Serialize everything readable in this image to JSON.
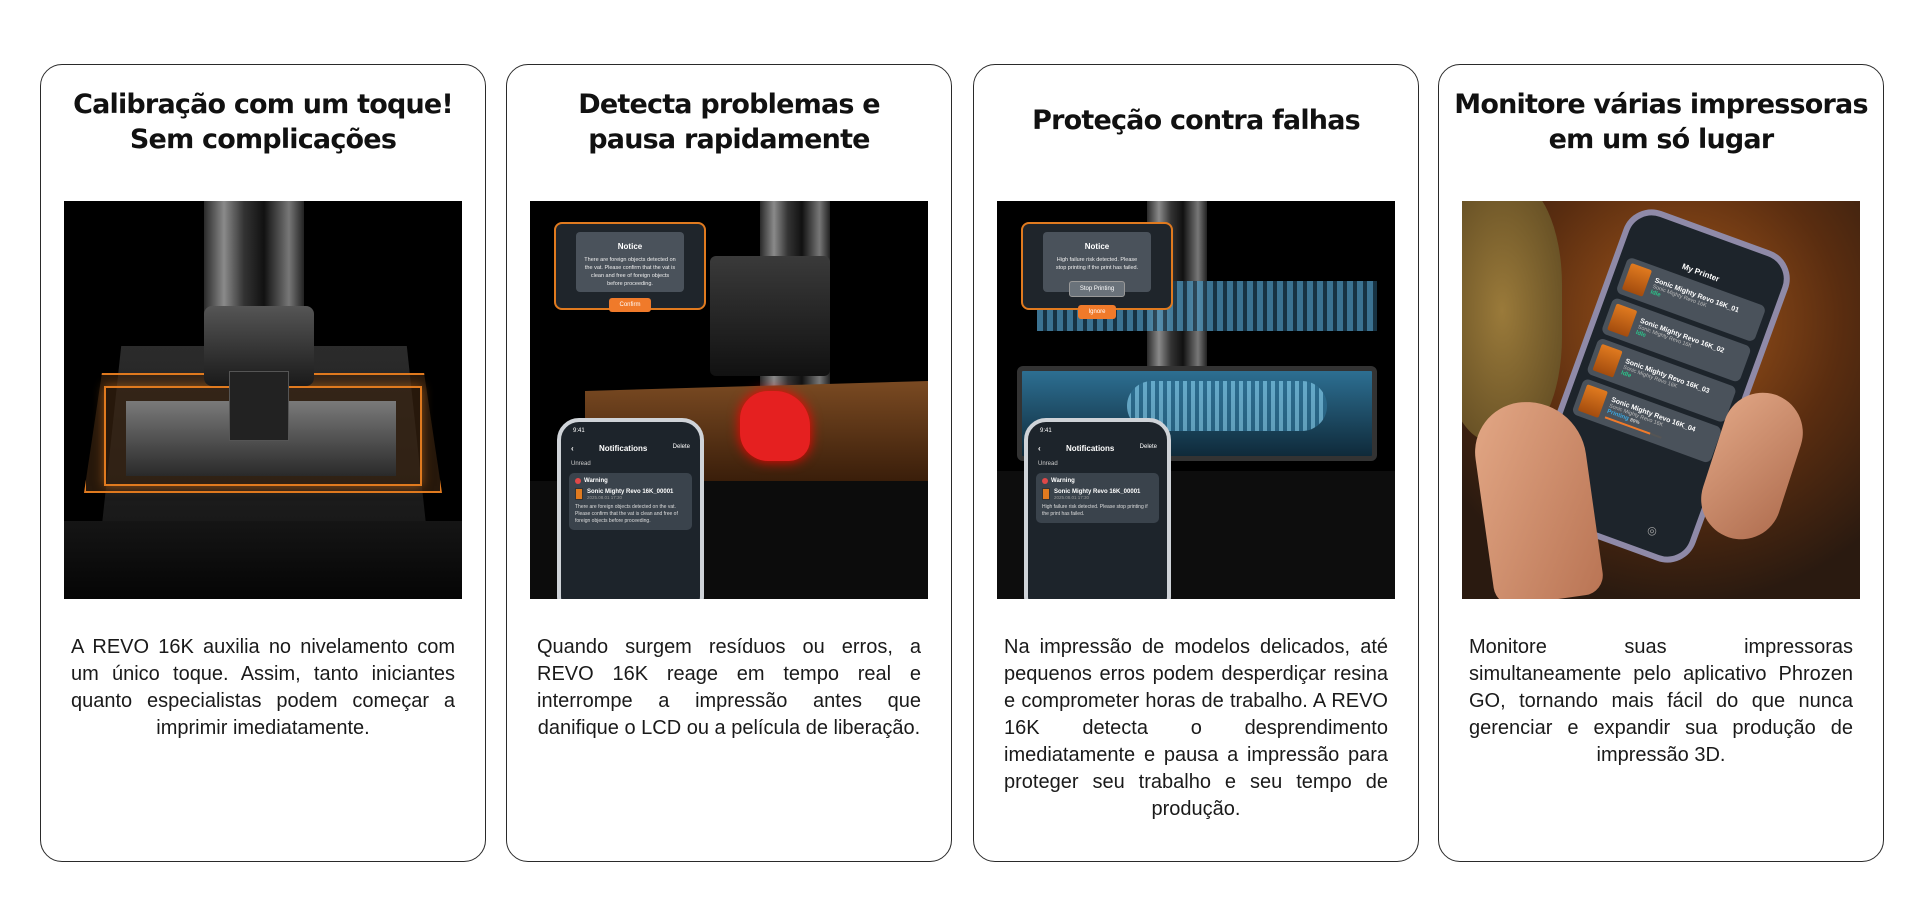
{
  "cards": [
    {
      "title_lines": [
        "Calibração com um toque!",
        "Sem complicações"
      ],
      "body": "A REVO 16K auxilia no nivelamento com um único toque. Assim, tanto iniciantes quanto especialistas podem começar a imprimir imediatamente."
    },
    {
      "title_lines": [
        "Detecta problemas e",
        "pausa rapidamente"
      ],
      "body": "Quando surgem resíduos ou erros, a REVO 16K reage em tempo real e interrompe a impressão antes que danifique o LCD ou a película de liberação.",
      "tablet": {
        "title": "Notice",
        "message": "There are foreign objects detected on the vat. Please confirm that the vat is clean and free of foreign objects before proceeding.",
        "confirm": "Confirm"
      },
      "phone": {
        "time": "9:41",
        "header": "Notifications",
        "delete": "Delete",
        "section": "Unread",
        "warning": "Warning",
        "device": "Sonic Mighty Revo 16K_00001",
        "date": "2025.08.01 17:30",
        "message": "There are foreign objects detected on the vat. Please confirm that the vat is clean and free of foreign objects before proceeding."
      }
    },
    {
      "title_lines": [
        "Proteção contra falhas"
      ],
      "body": "Na impressão de modelos delicados, até pequenos erros podem desperdiçar resina e comprometer horas de trabalho. A REVO 16K detecta o desprendimento imediatamente e pausa a impressão para proteger seu trabalho e seu tempo de produção.",
      "tablet": {
        "title": "Notice",
        "message": "High failure risk detected. Please stop printing if the print has failed.",
        "stop": "Stop Printing",
        "ignore": "Ignore"
      },
      "phone": {
        "time": "9:41",
        "header": "Notifications",
        "delete": "Delete",
        "section": "Unread",
        "warning": "Warning",
        "device": "Sonic Mighty Revo 16K_00001",
        "date": "2025.08.01 17:30",
        "message": "High failure risk detected. Please stop printing if the print has failed."
      }
    },
    {
      "title_lines": [
        "Monitore várias impressoras",
        "em um só lugar"
      ],
      "body": "Monitore suas impressoras simultaneamente pelo aplicativo Phrozen GO, tornando mais fácil do que nunca gerenciar e expandir sua produção de impressão 3D.",
      "app": {
        "header": "My Printer",
        "printers": [
          {
            "name": "Sonic Mighty Revo 16K_01",
            "model": "Sonic Mighty Revo 16K",
            "status": "Idle"
          },
          {
            "name": "Sonic Mighty Revo 16K_02",
            "model": "Sonic Mighty Revo 16K",
            "status": "Idle"
          },
          {
            "name": "Sonic Mighty Revo 16K_03",
            "model": "Sonic Mighty Revo 16K",
            "status": "Idle"
          },
          {
            "name": "Sonic Mighty Revo 16K_04",
            "model": "Sonic Mighty Revo 16K",
            "status": "Printing",
            "progress": "80%"
          }
        ]
      }
    }
  ],
  "colors": {
    "accent": "#f07a2a",
    "idle": "#2bc48a",
    "printing": "#3ba7e0"
  }
}
